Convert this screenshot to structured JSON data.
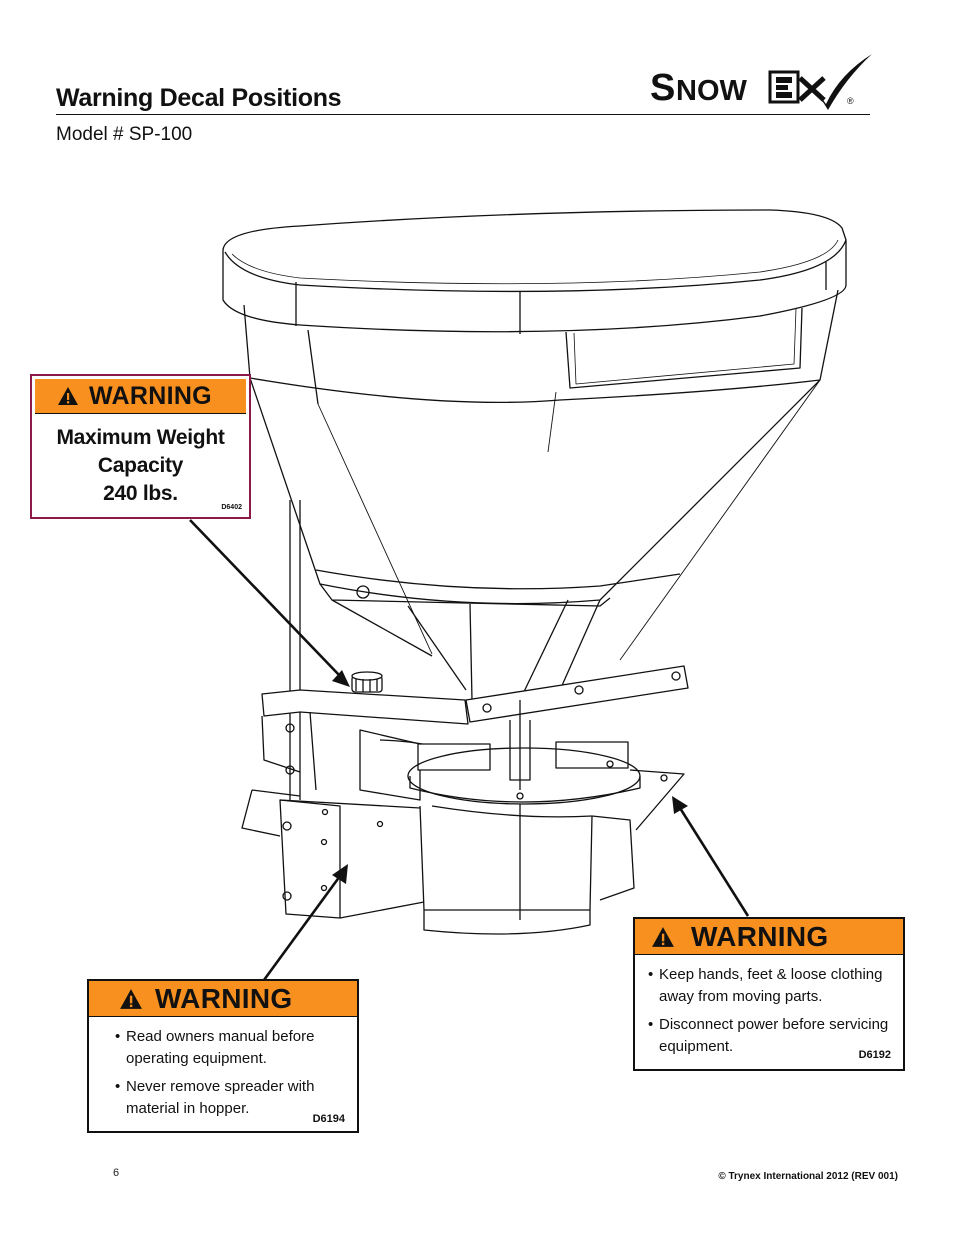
{
  "header": {
    "title": "Warning Decal Positions",
    "subtitle": "Model # SP-100",
    "logo_text": "SnowEx",
    "logo_icon": "checkmark-swoosh-icon"
  },
  "decals": {
    "weight": {
      "heading": "WARNING",
      "lines": [
        "Maximum Weight",
        "Capacity",
        "240 lbs."
      ],
      "code": "D6402",
      "border_color": "#8b1a4a"
    },
    "manual": {
      "heading": "WARNING",
      "items": [
        "Read owners manual before operating equipment.",
        "Never remove spreader with material in hopper."
      ],
      "code": "D6194"
    },
    "hands": {
      "heading": "WARNING",
      "items": [
        "Keep hands, feet & loose clothing away from moving parts.",
        "Disconnect power before servicing equipment."
      ],
      "code": "D6192"
    }
  },
  "colors": {
    "warning_orange": "#f7901e",
    "ink": "#111111"
  },
  "icons": [
    "warning-triangle-icon",
    "pointer-arrow-icon"
  ],
  "footer": {
    "page_number": "6",
    "copyright": "© Trynex International 2012  (REV 001)"
  }
}
